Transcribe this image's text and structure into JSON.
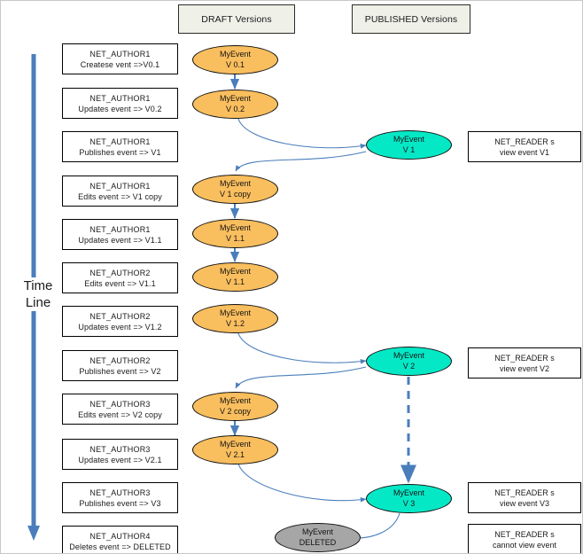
{
  "diagram": {
    "title": "Event versioning timeline",
    "colors": {
      "draft_fill": "#f9be5e",
      "published_fill": "#05e8c6",
      "deleted_fill": "#a6a6a6",
      "header_fill": "#eff0e7",
      "edge_stroke": "#4a7ebb",
      "timeline_arrow": "#4a7ebb"
    }
  },
  "headers": [
    {
      "label": "DRAFT Versions"
    },
    {
      "label": "PUBLISHED Versions"
    }
  ],
  "timeline": {
    "line1": "Time",
    "line2": "Line"
  },
  "actions": [
    {
      "actor": "NET_AUTHOR1",
      "action": "Createse vent =>V0.1"
    },
    {
      "actor": "NET_AUTHOR1",
      "action": "Updates event => V0.2"
    },
    {
      "actor": "NET_AUTHOR1",
      "action": "Publishes event => V1"
    },
    {
      "actor": "NET_AUTHOR1",
      "action": "Edits event => V1 copy"
    },
    {
      "actor": "NET_AUTHOR1",
      "action": "Updates event => V1.1"
    },
    {
      "actor": "NET_AUTHOR2",
      "action": "Edits event =>  V1.1"
    },
    {
      "actor": "NET_AUTHOR2",
      "action": "Updates event => V1.2"
    },
    {
      "actor": "NET_AUTHOR2",
      "action": "Publishes event => V2"
    },
    {
      "actor": "NET_AUTHOR3",
      "action": "Edits event => V2 copy"
    },
    {
      "actor": "NET_AUTHOR3",
      "action": "Updates event => V2.1"
    },
    {
      "actor": "NET_AUTHOR3",
      "action": "Publishes event => V3"
    },
    {
      "actor": "NET_AUTHOR4",
      "action": "Deletes event => DELETED"
    }
  ],
  "drafts": [
    {
      "name": "MyEvent",
      "version": "V 0.1"
    },
    {
      "name": "MyEvent",
      "version": "V 0.2"
    },
    {
      "name": "MyEvent",
      "version": "V 1 copy"
    },
    {
      "name": "MyEvent",
      "version": "V 1.1"
    },
    {
      "name": "MyEvent",
      "version": "V 1.1"
    },
    {
      "name": "MyEvent",
      "version": "V 1.2"
    },
    {
      "name": "MyEvent",
      "version": "V 2 copy"
    },
    {
      "name": "MyEvent",
      "version": "V 2.1"
    }
  ],
  "published": [
    {
      "name": "MyEvent",
      "version": "V 1"
    },
    {
      "name": "MyEvent",
      "version": "V 2"
    },
    {
      "name": "MyEvent",
      "version": "V 3"
    }
  ],
  "deleted": {
    "name": "MyEvent",
    "version": "DELETED"
  },
  "readers": [
    {
      "actor": "NET_READER s",
      "action": "view event V1"
    },
    {
      "actor": "NET_READER s",
      "action": "view event V2"
    },
    {
      "actor": "NET_READER s",
      "action": "view event V3"
    },
    {
      "actor": "NET_READER s",
      "action": "cannot view event"
    }
  ]
}
